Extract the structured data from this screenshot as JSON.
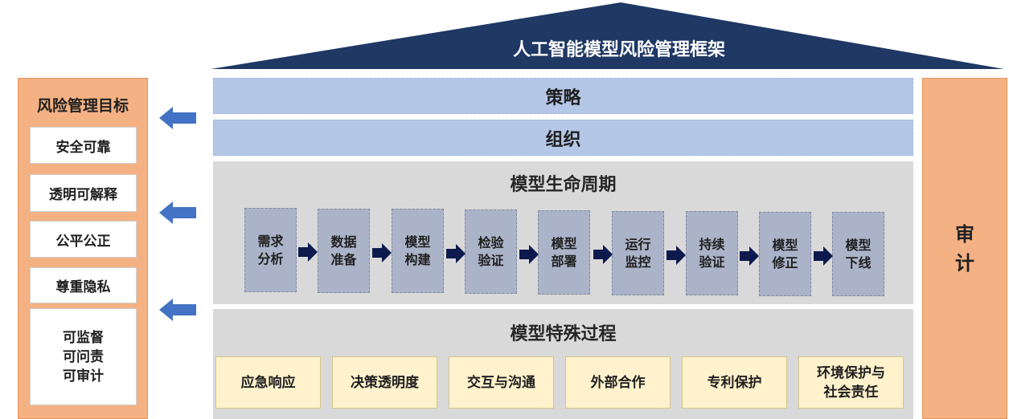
{
  "roof": {
    "title": "人工智能模型风险管理框架",
    "color": "#1f3864"
  },
  "goals": {
    "title": "风险管理目标",
    "items": [
      "安全可靠",
      "透明可解释",
      "公平公正",
      "尊重隐私"
    ],
    "accountability": [
      "可监督",
      "可问责",
      "可审计"
    ]
  },
  "strategy": {
    "label": "策略"
  },
  "organization": {
    "label": "组织"
  },
  "lifecycle": {
    "title": "模型生命周期",
    "stages": [
      [
        "需求",
        "分析"
      ],
      [
        "数据",
        "准备"
      ],
      [
        "模型",
        "构建"
      ],
      [
        "检验",
        "验证"
      ],
      [
        "模型",
        "部署"
      ],
      [
        "运行",
        "监控"
      ],
      [
        "持续",
        "验证"
      ],
      [
        "模型",
        "修正"
      ],
      [
        "模型",
        "下线"
      ]
    ]
  },
  "special": {
    "title": "模型特殊过程",
    "items": [
      "应急响应",
      "决策透明度",
      "交互与沟通",
      "外部合作",
      "专利保护"
    ],
    "last_item": [
      "环境保护与",
      "社会责任"
    ]
  },
  "audit": {
    "lines": [
      "审",
      "计"
    ]
  },
  "colors": {
    "orange": "#f4b183",
    "blue_band": "#b4c7e7",
    "gray_panel": "#d9d9d9",
    "stage_box": "#aab3c7",
    "process_box": "#fff2cc",
    "arrow_blue": "#4472c4",
    "chevron": "#0d1a4d"
  }
}
